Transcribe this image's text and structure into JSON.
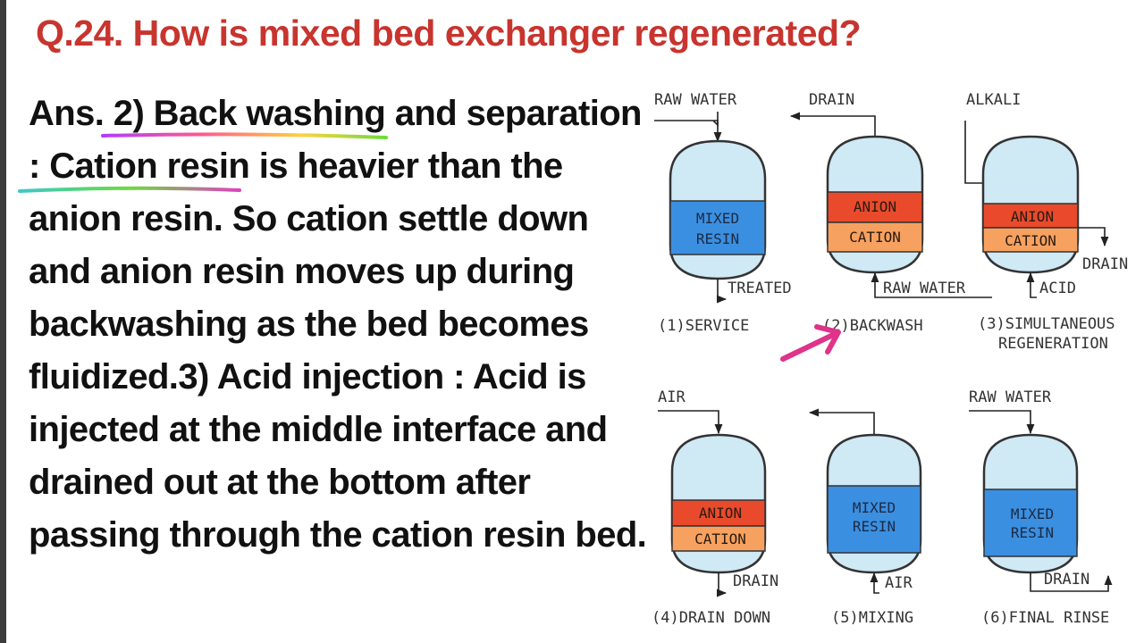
{
  "question": "Q.24. How is mixed bed exchanger regenerated?",
  "answer": {
    "prefix": "Ans. ",
    "item2_part1": "2) Back washing",
    "item2_part2": " and ",
    "item2_part3": "separation :",
    "item2_text": " Cation resin is heavier than the anion resin. So cation settle down and anion resin moves up during backwashing as the bed becomes fluidized.",
    "item3_heading": "3) Acid injection :",
    "item3_text": "  Acid is injected at the middle interface and drained out at the bottom after passing through the cation resin bed."
  },
  "diagram": {
    "vessels": [
      {
        "step": "(1)SERVICE",
        "top_label": "RAW WATER",
        "bottom_label": "TREATED",
        "layers": [
          "MIXED",
          "RESIN"
        ]
      },
      {
        "step": "(2)BACKWASH",
        "top_label": "DRAIN",
        "bottom_label": "RAW WATER",
        "layers": [
          "ANION",
          "CATION"
        ]
      },
      {
        "step_line1": "(3)SIMULTANEOUS",
        "step_line2": "REGENERATION",
        "top_label": "ALKALI",
        "side_label": "DRAIN",
        "bottom_label": "ACID",
        "layers": [
          "ANION",
          "CATION"
        ]
      },
      {
        "step": "(4)DRAIN DOWN",
        "top_label": "AIR",
        "bottom_label": "DRAIN",
        "layers": [
          "ANION",
          "CATION"
        ]
      },
      {
        "step": "(5)MIXING",
        "bottom_label": "AIR",
        "layers": [
          "MIXED",
          "RESIN"
        ]
      },
      {
        "step": "(6)FINAL RINSE",
        "top_label": "RAW WATER",
        "bottom_label": "DRAIN",
        "layers": [
          "MIXED",
          "RESIN"
        ]
      }
    ],
    "colors": {
      "vessel_fill": "#cfe9f5",
      "mixed_resin": "#3b8fe0",
      "anion": "#e94a2c",
      "cation": "#f6a15f",
      "pointer_arrow": "#e0338a",
      "question_text": "#c8342e"
    }
  }
}
